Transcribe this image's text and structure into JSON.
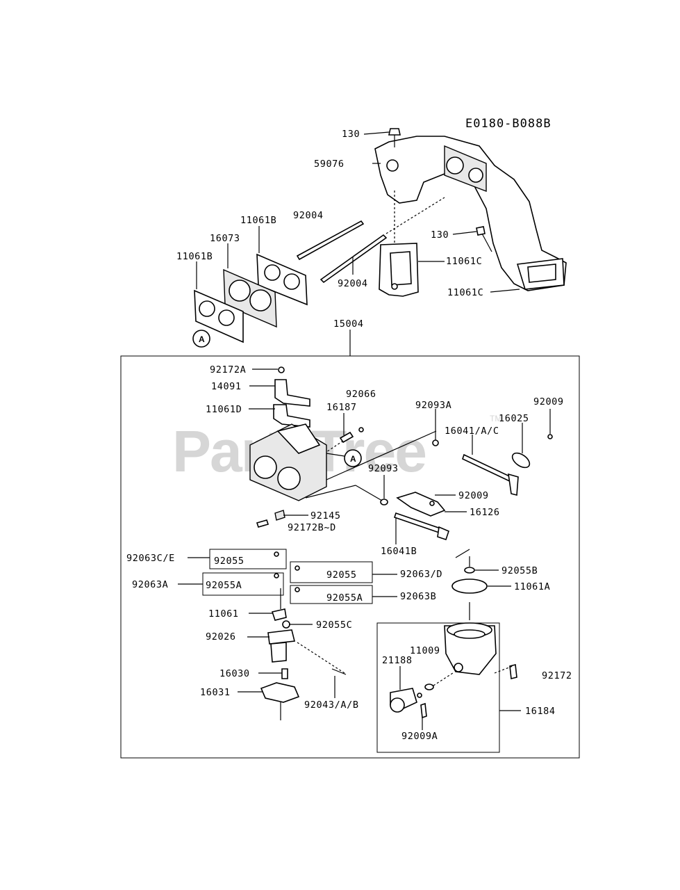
{
  "diagram_id": "E0180-B088B",
  "watermark": "PartsTree",
  "watermark_tm": "TM",
  "callout_marker": "A",
  "labels": {
    "p130_top": "130",
    "p59076": "59076",
    "p11061B_right": "11061B",
    "p92004_top": "92004",
    "p16073": "16073",
    "p11061B_left": "11061B",
    "p130_right": "130",
    "p11061C_1": "11061C",
    "p92004_mid": "92004",
    "p11061C_2": "11061C",
    "p15004": "15004",
    "p92172A": "92172A",
    "p14091": "14091",
    "p92066": "92066",
    "p16187": "16187",
    "p11061D": "11061D",
    "p92093A": "92093A",
    "p92009_top": "92009",
    "p16041": "16041/A/C",
    "p16025": "16025",
    "p92093": "92093",
    "p92009_mid": "92009",
    "p16126": "16126",
    "p92145": "92145",
    "p92172BD": "92172B~D",
    "p16041B": "16041B",
    "p92063CE": "92063C/E",
    "p92055_box1": "92055",
    "p92055_box2": "92055",
    "p92063D": "92063/D",
    "p92055B": "92055B",
    "p92063A": "92063A",
    "p92055A_box": "92055A",
    "p11061A": "11061A",
    "p92055A_box2": "92055A",
    "p92063B": "92063B",
    "p11061": "11061",
    "p92055C": "92055C",
    "p92026": "92026",
    "p11009": "11009",
    "p21188": "21188",
    "p92172": "92172",
    "p16030": "16030",
    "p16031": "16031",
    "p92043": "92043/A/B",
    "p16184": "16184",
    "p92009A": "92009A"
  }
}
